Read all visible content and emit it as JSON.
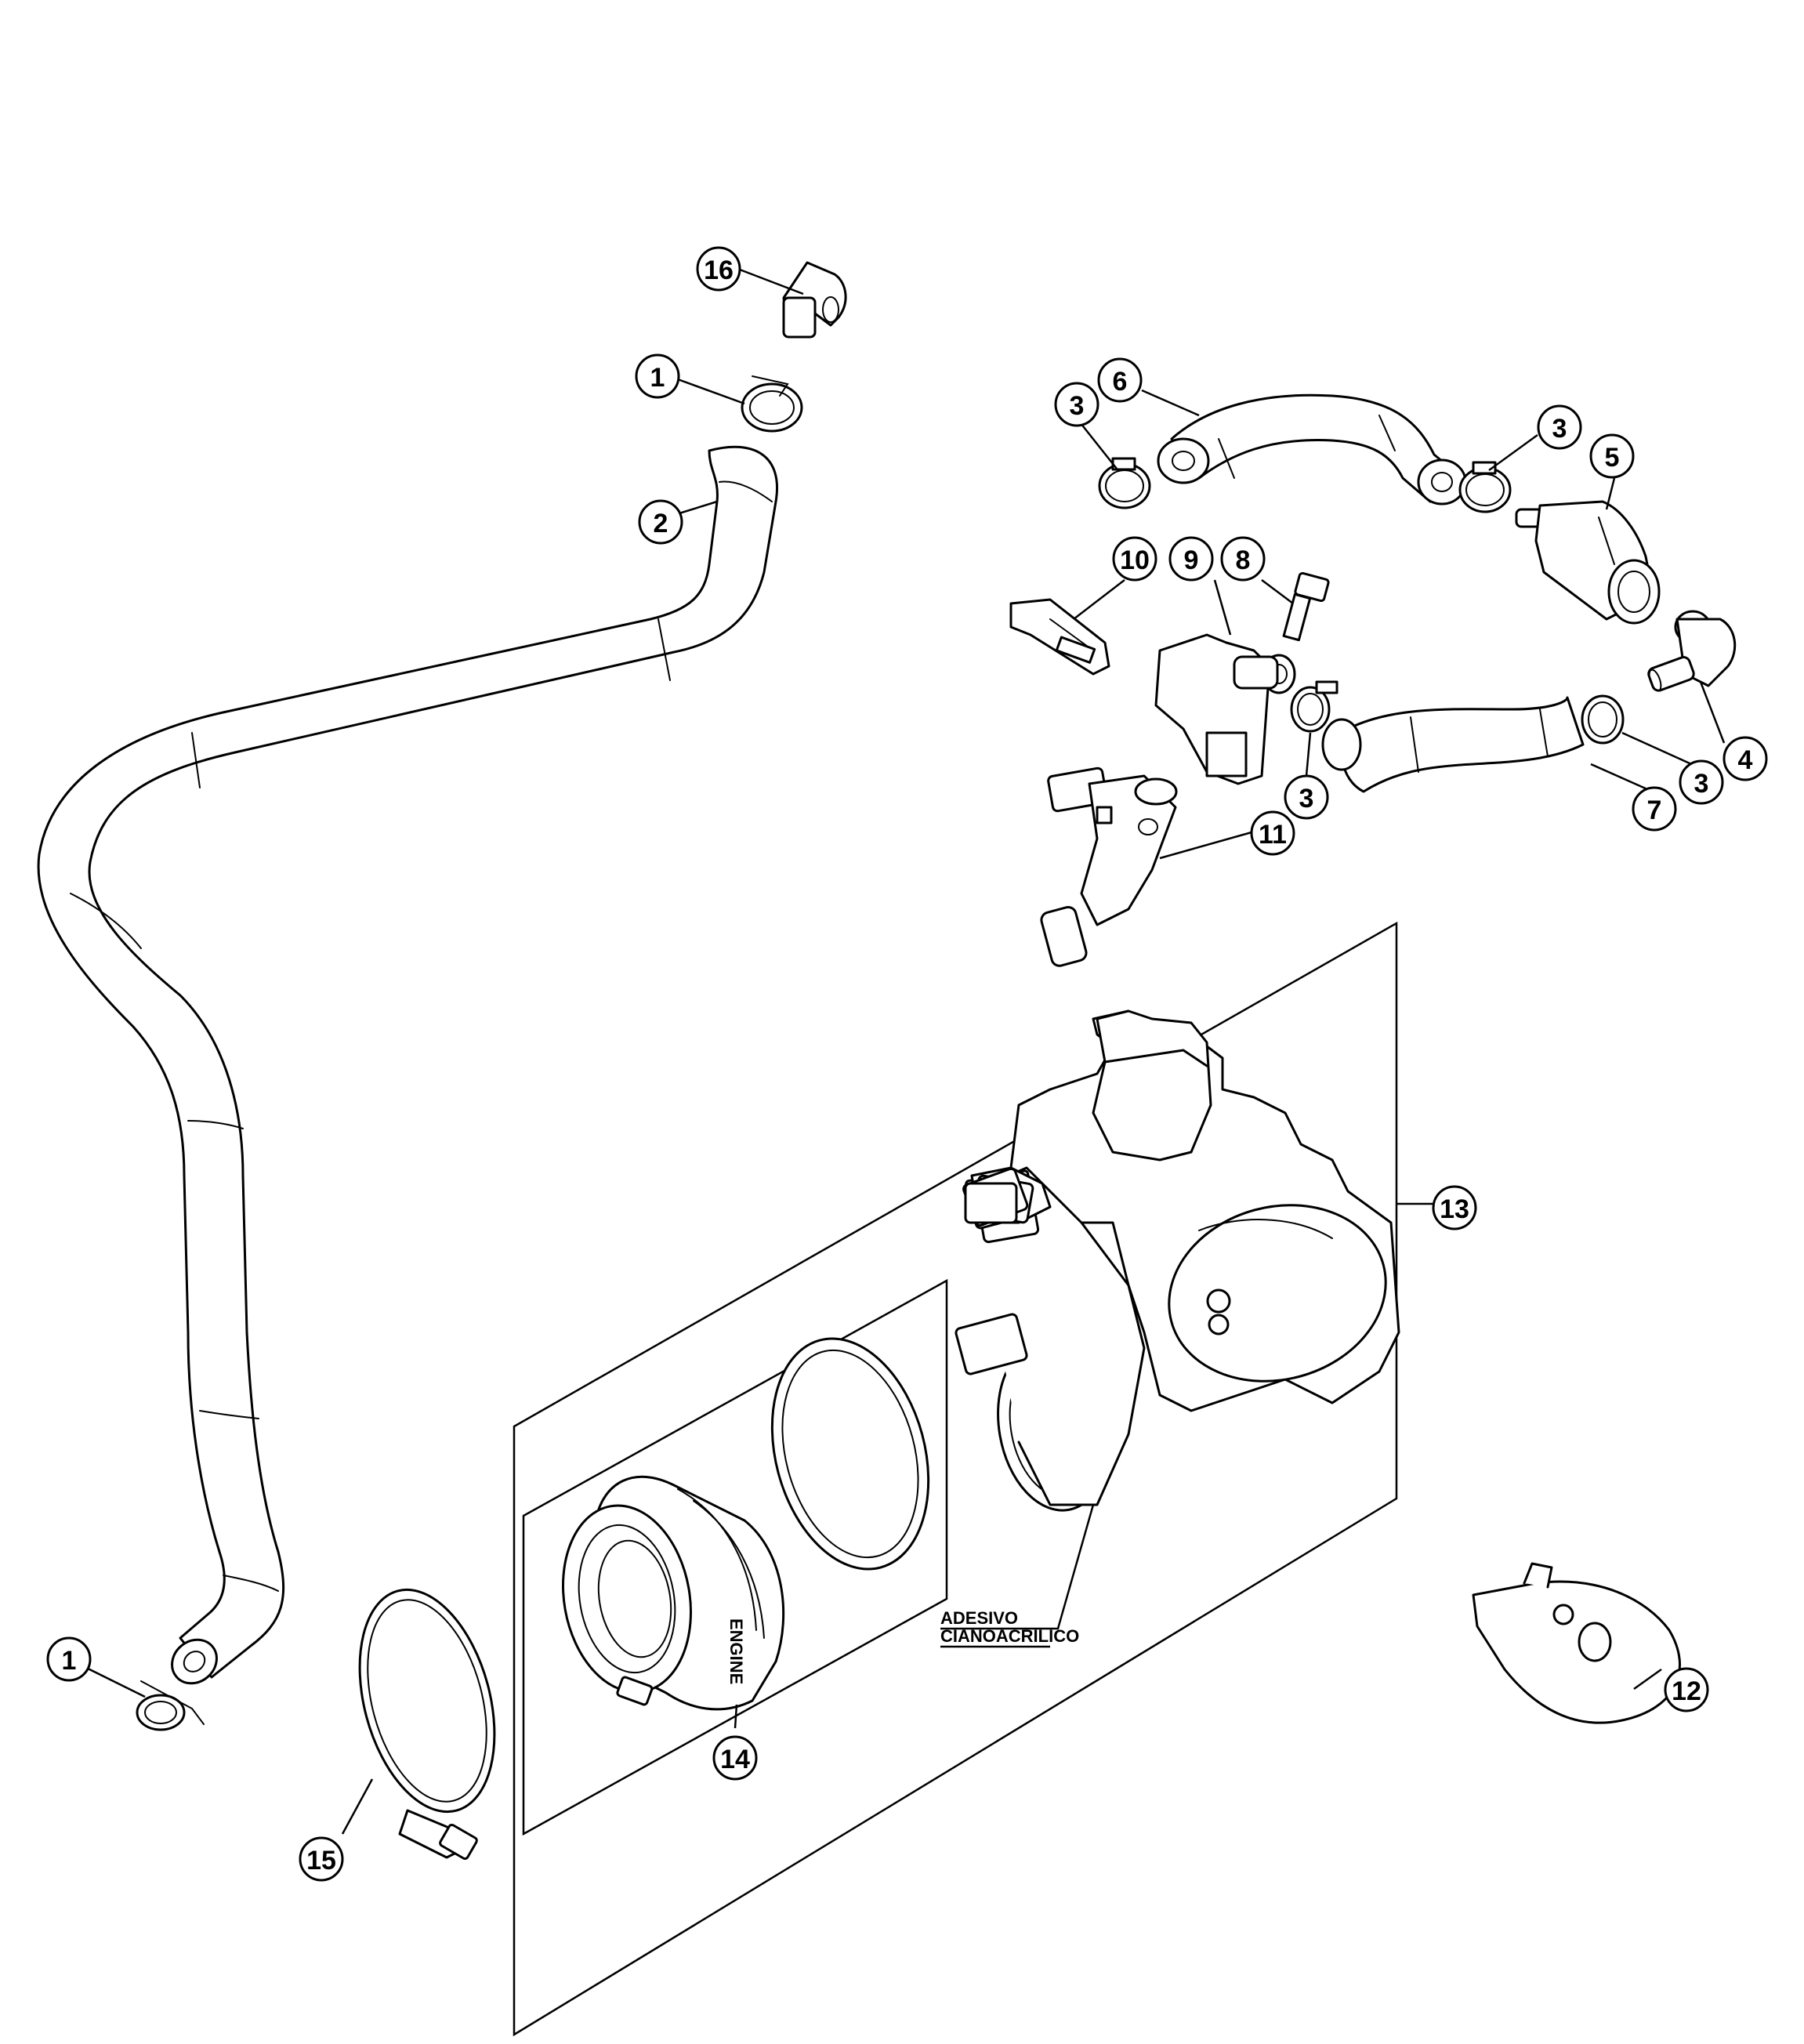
{
  "callouts": [
    "1",
    "2",
    "3",
    "4",
    "5",
    "6",
    "7",
    "8",
    "9",
    "10",
    "11",
    "12",
    "13",
    "14",
    "15",
    "16"
  ],
  "note": {
    "line1": "ADESIVO",
    "line2": "CIANOACRILICO"
  },
  "embossed_text": "ENGINE"
}
